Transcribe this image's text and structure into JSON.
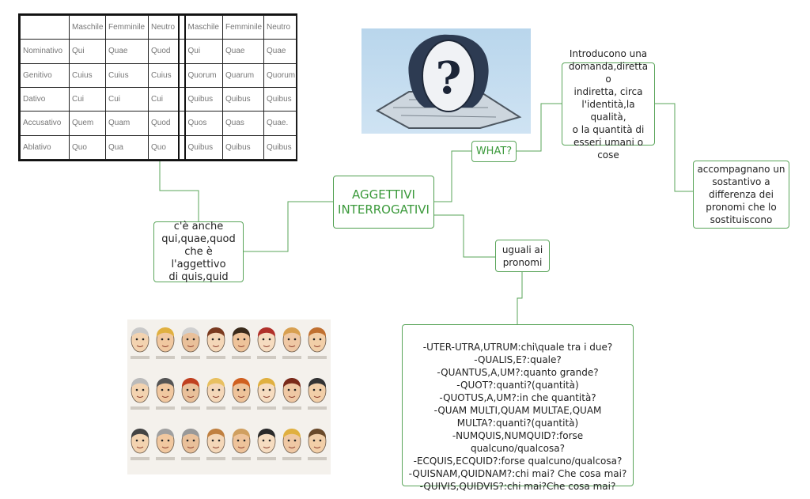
{
  "table": {
    "header": [
      "",
      "Maschile",
      "Femminile",
      "Neutro",
      "",
      "Maschile",
      "Femminile",
      "Neutro"
    ],
    "rows": [
      [
        "Nominativo",
        "Qui",
        "Quae",
        "Quod",
        "",
        "Qui",
        "Quae",
        "Quae"
      ],
      [
        "Genitivo",
        "Cuius",
        "Cuius",
        "Cuius",
        "",
        "Quorum",
        "Quarum",
        "Quorum"
      ],
      [
        "Dativo",
        "Cui",
        "Cui",
        "Cui",
        "",
        "Quibus",
        "Quibus",
        "Quibus"
      ],
      [
        "Accusativo",
        "Quem",
        "Quam",
        "Quod",
        "",
        "Quos",
        "Quas",
        "Quae."
      ],
      [
        "Ablativo",
        "Quo",
        "Qua",
        "Quo",
        "",
        "Quibus",
        "Quibus",
        "Quibus"
      ]
    ]
  },
  "nodes": {
    "central": "AGGETTIVI\nINTERROGATIVI",
    "what": "WHAT?",
    "intro": "Introducono una\ndomanda,diretta o\nindiretta, circa\nl'identità,la qualità,\no la quantità di\nesseri umani o cose",
    "accomp": "accompagnano un\nsostantivo a\ndifferenza dei\npronomi che lo\nsostituiscono",
    "qui": "c'è  anche\nqui,quae,quod\nche è l'aggettivo\ndi quis,quid",
    "uguali": "uguali ai\npronomi",
    "list": "-UTER-UTRA,UTRUM:chi\\quale  tra i due?\n-QUALIS,E?:quale?\n-QUANTUS,A,UM?:quanto  grande?\n-QUOT?:quanti?(quantità)\n-QUOTUS,A,UM?:in  che quantità?\n-QUAM MULTI,QUAM MULTAE,QUAM\nMULTA?:quanti?(quantità)\n-NUMQUIS,NUMQUID?:forse  qualcuno/qualcosa?\n-ECQUIS,ECQUID?:forse  qualcuno/qualcosa?\n-QUISNAM,QUIDNAM?:chi  mai? Che cosa mai?\n-QUIVIS,QUIDVIS?:chi  mai?Che cosa mai?"
  },
  "colors": {
    "connector": "#5aa55a",
    "accent_text": "#3c9a3c"
  },
  "images": {
    "head": "question-mark-head-illustration",
    "faces": "cartoon-faces-grid-illustration"
  }
}
